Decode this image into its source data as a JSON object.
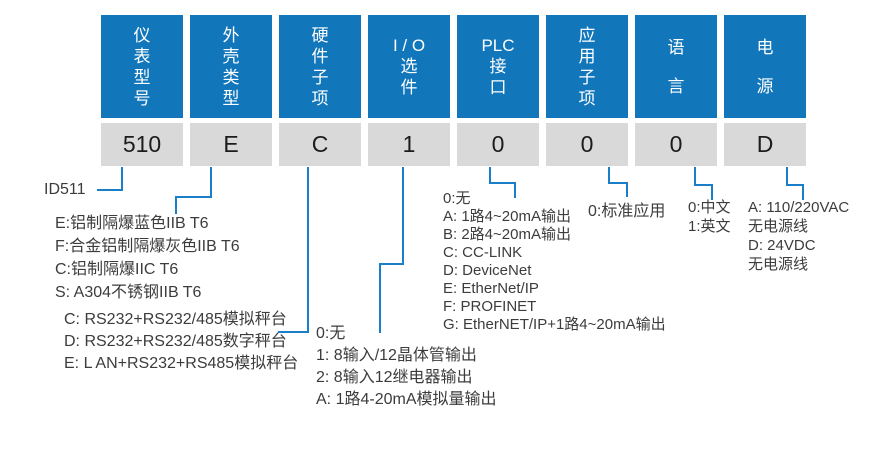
{
  "colors": {
    "box_blue": "#1276bb",
    "line_blue": "#1b7ec8",
    "box_gray": "#d9d9d9",
    "header_text": "#ffffff",
    "code_text": "#1c1c1c",
    "annotation_text": "#3c3c3c",
    "background": "#ffffff"
  },
  "columns": [
    {
      "name": "instrument-model",
      "header_lines": [
        "仪",
        "表",
        "型",
        "号"
      ],
      "code": "510"
    },
    {
      "name": "enclosure-type",
      "header_lines": [
        "外",
        "壳",
        "类",
        "型"
      ],
      "code": "E"
    },
    {
      "name": "hardware-subitem",
      "header_lines": [
        "硬",
        "件",
        "子",
        "项"
      ],
      "code": "C"
    },
    {
      "name": "io-option",
      "header_lines": [
        "I / O",
        "选",
        "件"
      ],
      "code": "1"
    },
    {
      "name": "plc-interface",
      "header_lines": [
        "PLC",
        "接",
        "口"
      ],
      "code": "0"
    },
    {
      "name": "application-subitem",
      "header_lines": [
        "应",
        "用",
        "子",
        "项"
      ],
      "code": "0"
    },
    {
      "name": "language",
      "header_lines": [
        "语",
        "言"
      ],
      "code": "0"
    },
    {
      "name": "power-supply",
      "header_lines": [
        "电",
        "源"
      ],
      "code": "D"
    }
  ],
  "annotations": {
    "model_id": "ID511",
    "enclosure_options": [
      "E:铝制隔爆蓝色IIB T6",
      "F:合金铝制隔爆灰色IIB T6",
      "C:铝制隔爆IIC T6",
      "S: A304不锈钢IIB T6"
    ],
    "hardware_options": [
      "C: RS232+RS232/485模拟秤台",
      "D: RS232+RS232/485数字秤台",
      "E: L AN+RS232+RS485模拟秤台"
    ],
    "io_options": [
      "0:无",
      "1: 8输入/12晶体管输出",
      "2: 8输入12继电器输出",
      "A: 1路4-20mA模拟量输出"
    ],
    "plc_options": [
      "0:无",
      "A: 1路4~20mA输出",
      "B: 2路4~20mA输出",
      "C: CC-LINK",
      "D: DeviceNet",
      "E: EtherNet/IP",
      "F: PROFINET",
      "G: EtherNET/IP+1路4~20mA输出"
    ],
    "application_options": [
      "0:标准应用"
    ],
    "language_options": [
      "0:中文",
      "1:英文"
    ],
    "power_options": [
      "A: 110/220VAC",
      "无电源线",
      "D: 24VDC",
      "无电源线"
    ]
  }
}
